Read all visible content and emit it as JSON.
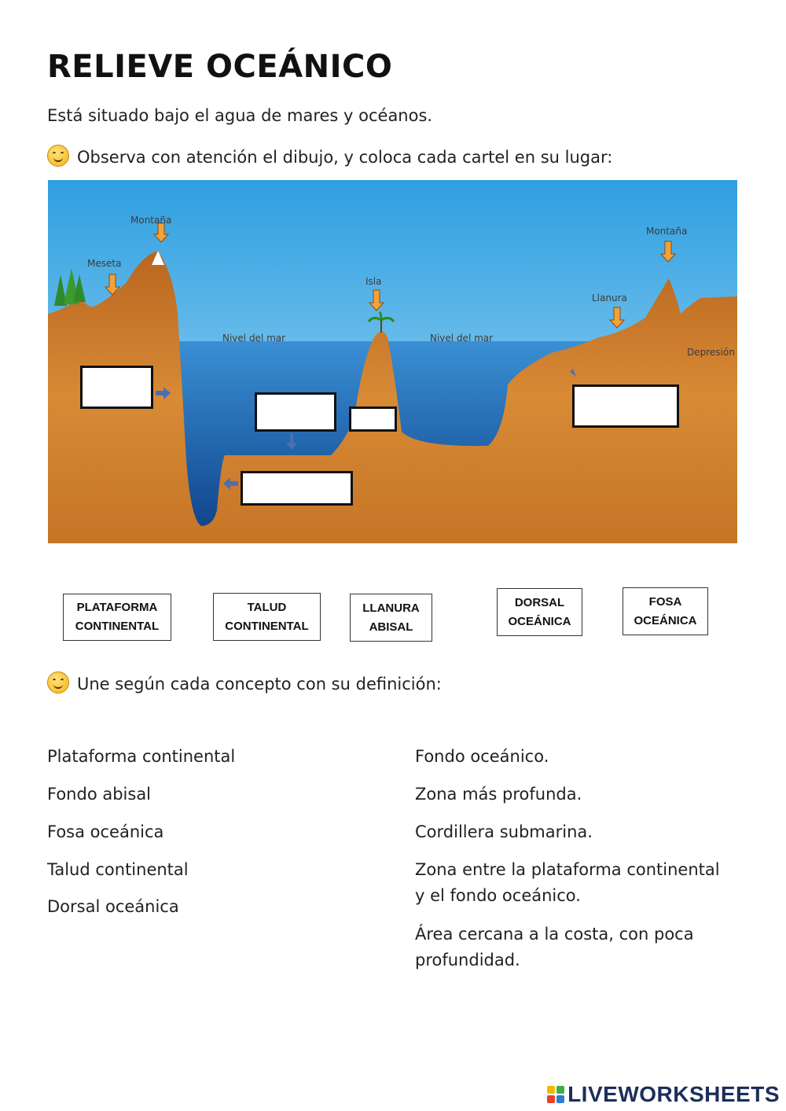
{
  "title": "Relieve oceánico",
  "intro": "Está situado bajo el agua de mares y océanos.",
  "instruction_1": "Observa con atención el dibujo, y coloca cada cartel en su lugar:",
  "instruction_2": "Une según cada concepto con su definición:",
  "diagram": {
    "labels": {
      "montana_1": "Montaña",
      "meseta": "Meseta",
      "nivel_mar_1": "Nivel del mar",
      "isla": "Isla",
      "nivel_mar_2": "Nivel del mar",
      "llanura": "Llanura",
      "montana_2": "Montaña",
      "depresion": "Depresión"
    }
  },
  "cards": [
    "PLATAFORMA\nCONTINENTAL",
    "TALUD\nCONTINENTAL",
    "LLANURA\nABISAL",
    "DORSAL\nOCEÁNICA",
    "FOSA\nOCEÁNICA"
  ],
  "concepts": [
    "Plataforma continental",
    "Fondo abisal",
    "Fosa oceánica",
    "Talud continental",
    "Dorsal oceánica"
  ],
  "definitions": [
    "Fondo oceánico.",
    "Zona más profunda.",
    "Cordillera submarina.",
    "Zona entre la plataforma continental y el fondo oceánico.",
    "Área cercana a la costa, con poca profundidad."
  ],
  "branding": {
    "logo_text": "LIVEWORKSHEETS",
    "logo_color": "#1c2f5a"
  },
  "colors": {
    "sky": "#33a9e6",
    "sea": "#1f63b0",
    "land": "#c87528"
  }
}
